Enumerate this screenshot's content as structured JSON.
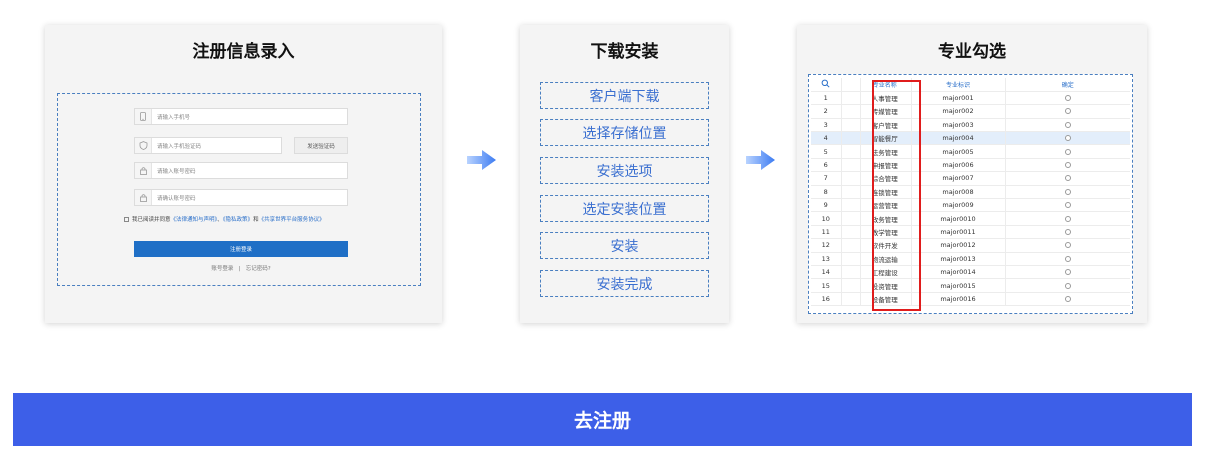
{
  "colors": {
    "accent_blue": "#3a6fd0",
    "register_bar": "#3d5fe8",
    "form_button": "#1f6fc6",
    "highlight_frame": "#e01c1c",
    "dashed_border": "#4a7fc0"
  },
  "register_card": {
    "title": "注册信息录入",
    "phone_placeholder": "请输入手机号",
    "code_placeholder": "请输入手机验证码",
    "send_code_label": "发送验证码",
    "password_placeholder": "请输入账号密码",
    "confirm_placeholder": "请确认账号密码",
    "agree_prefix": "我已阅读并同意",
    "agree_link_legal": "《法律通知与声明》",
    "agree_sep1": "、",
    "agree_link_privacy": "《隐私政策》",
    "agree_and": "和",
    "agree_link_service": "《共享世界平台服务协议》",
    "register_button": "注册登录",
    "login_link": "账号登录",
    "links_divider": "|",
    "forgot_link": "忘记密码?"
  },
  "install_card": {
    "title": "下载安装",
    "steps": [
      "客户端下载",
      "选择存储位置",
      "安装选项",
      "选定安装位置",
      "安装",
      "安装完成"
    ]
  },
  "major_card": {
    "title": "专业勾选",
    "columns": [
      "专业名称",
      "专业标识",
      "确定"
    ],
    "rows": [
      {
        "no": "1",
        "name": "人事管理",
        "id": "major001"
      },
      {
        "no": "2",
        "name": "传媒管理",
        "id": "major002"
      },
      {
        "no": "3",
        "name": "客户管理",
        "id": "major003"
      },
      {
        "no": "4",
        "name": "智能餐厅",
        "id": "major004"
      },
      {
        "no": "5",
        "name": "法务管理",
        "id": "major005"
      },
      {
        "no": "6",
        "name": "申报管理",
        "id": "major006"
      },
      {
        "no": "7",
        "name": "综合管理",
        "id": "major007"
      },
      {
        "no": "8",
        "name": "连锁管理",
        "id": "major008"
      },
      {
        "no": "9",
        "name": "运营管理",
        "id": "major009"
      },
      {
        "no": "10",
        "name": "政务管理",
        "id": "major0010"
      },
      {
        "no": "11",
        "name": "教学管理",
        "id": "major0011"
      },
      {
        "no": "12",
        "name": "软件开发",
        "id": "major0012"
      },
      {
        "no": "13",
        "name": "物流运输",
        "id": "major0013"
      },
      {
        "no": "14",
        "name": "工程建设",
        "id": "major0014"
      },
      {
        "no": "15",
        "name": "投资管理",
        "id": "major0015"
      },
      {
        "no": "16",
        "name": "设备管理",
        "id": "major0016"
      }
    ],
    "highlighted_row_no": "4"
  },
  "bottom_button": "去注册"
}
